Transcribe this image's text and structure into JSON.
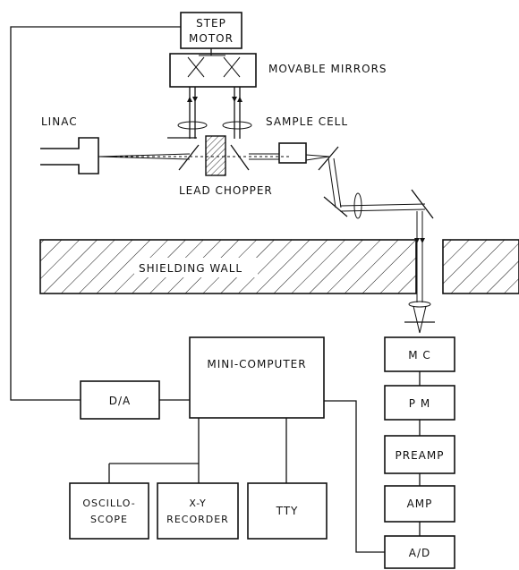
{
  "labels": {
    "step_motor_line1": "STEP",
    "step_motor_line2": "MOTOR",
    "movable_mirrors": "MOVABLE MIRRORS",
    "linac": "LINAC",
    "sample_cell": "SAMPLE CELL",
    "lead_chopper": "LEAD CHOPPER",
    "shielding_wall": "SHIELDING WALL",
    "mini_computer": "MINI-COMPUTER",
    "d_a": "D/A",
    "mc": "M C",
    "pm": "P M",
    "preamp": "PREAMP",
    "amp": "AMP",
    "a_d": "A/D",
    "oscilloscope_line1": "OSCILLO-",
    "oscilloscope_line2": "SCOPE",
    "xy_recorder_line1": "X-Y",
    "xy_recorder_line2": "RECORDER",
    "tty": "TTY"
  }
}
